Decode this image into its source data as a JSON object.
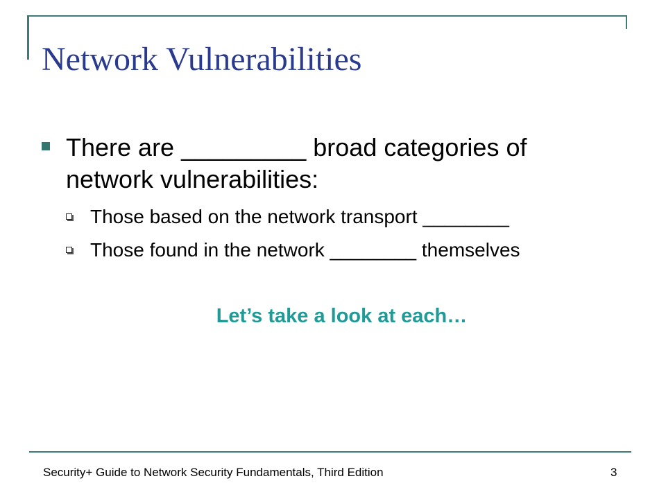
{
  "slide": {
    "title": "Network Vulnerabilities",
    "bullet": {
      "text": "There are _________ broad categories of network vulnerabilities:"
    },
    "sub_bullets": [
      {
        "text": "Those based on the network transport ________"
      },
      {
        "text": "Those found in the network ________ themselves"
      }
    ],
    "callout": "Let’s take a look at each…",
    "footer": {
      "text": "Security+ Guide to Network Security Fundamentals, Third Edition",
      "page_number": "3"
    }
  },
  "colors": {
    "title": "#2a3a8c",
    "accent": "#3e7a78",
    "callout": "#1f9a96"
  }
}
